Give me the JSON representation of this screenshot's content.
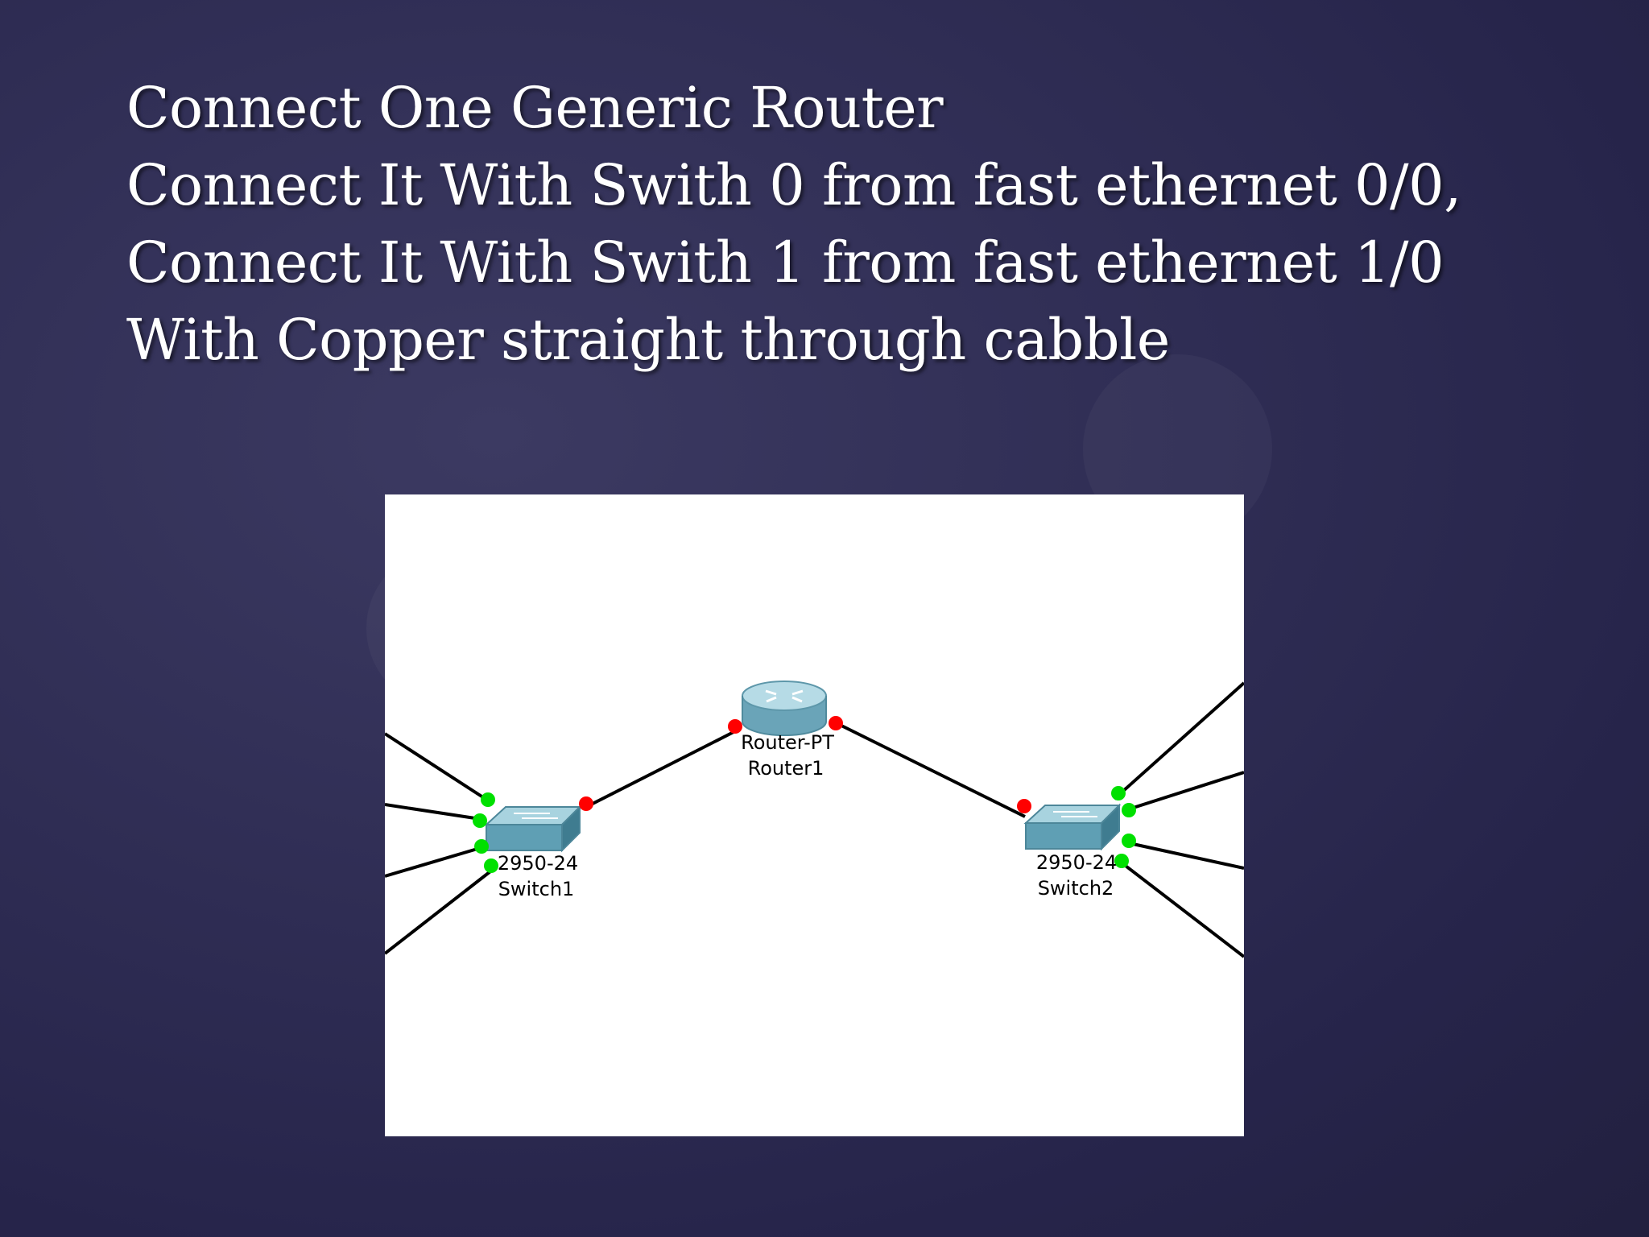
{
  "slide": {
    "title_lines": [
      "Connect One Generic Router",
      "Connect It With Swith 0 from fast ethernet 0/0,",
      "Connect It With Swith 1 from fast ethernet 1/0",
      "With Copper straight through cabble"
    ]
  },
  "diagram": {
    "router": {
      "model": "Router-PT",
      "name": "Router1"
    },
    "switch1": {
      "model": "2950-24",
      "name": "Switch1"
    },
    "switch2": {
      "model": "2950-24",
      "name": "Switch2"
    },
    "colors": {
      "link_down": "#ff0000",
      "link_up": "#00e000",
      "cable": "#000000",
      "device_body": "#6aa9bd",
      "background": "#ffffff"
    }
  }
}
